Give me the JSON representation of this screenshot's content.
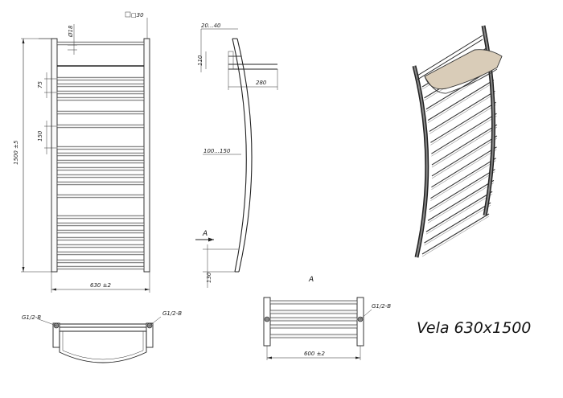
{
  "title": "Vela 630x1500",
  "view_label": "A",
  "arrow_label": "A",
  "dimensions": {
    "pipe_dia": "Ø18",
    "profile": "□30",
    "height": "1500 ±5",
    "spacing_small": "75",
    "spacing_large": "150",
    "width": "630 ±2",
    "offset_top": "20...40",
    "top_110": "110",
    "depth_280": "280",
    "bow_depth": "100...150",
    "bottom_130": "130",
    "connection_left": "G1/2-B",
    "connection_right": "G1/2-B",
    "connection_view_a": "G1/2-B",
    "axis_width": "600 ±2"
  },
  "colors": {
    "line": "#222222",
    "shelf": "#d9ccb8",
    "frame_dark": "#555555"
  }
}
